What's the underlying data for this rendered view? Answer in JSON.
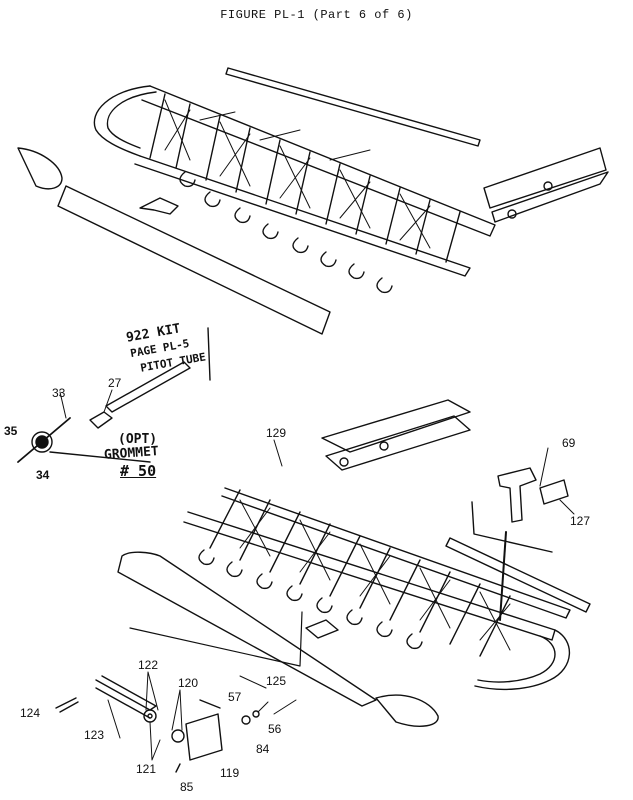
{
  "figure": {
    "title": "FIGURE PL-1 (Part 6 of 6)"
  },
  "colors": {
    "ink": "#111111",
    "paper": "#ffffff"
  },
  "annotations": {
    "kit_line1": "922 KIT",
    "kit_line2": "PAGE PL-5",
    "kit_line3": "PITOT TUBE",
    "opt": "(OPT)",
    "grommet": "GROMMET",
    "grommet_no": "# 50"
  },
  "callouts": {
    "c35": "35",
    "c33": "33",
    "c27": "27",
    "c34": "34",
    "c129": "129",
    "c69": "69",
    "c127": "127",
    "c122": "122",
    "c120": "120",
    "c124": "124",
    "c123": "123",
    "c121": "121",
    "c57": "57",
    "c56": "56",
    "c125": "125",
    "c84": "84",
    "c119": "119",
    "c85": "85"
  }
}
